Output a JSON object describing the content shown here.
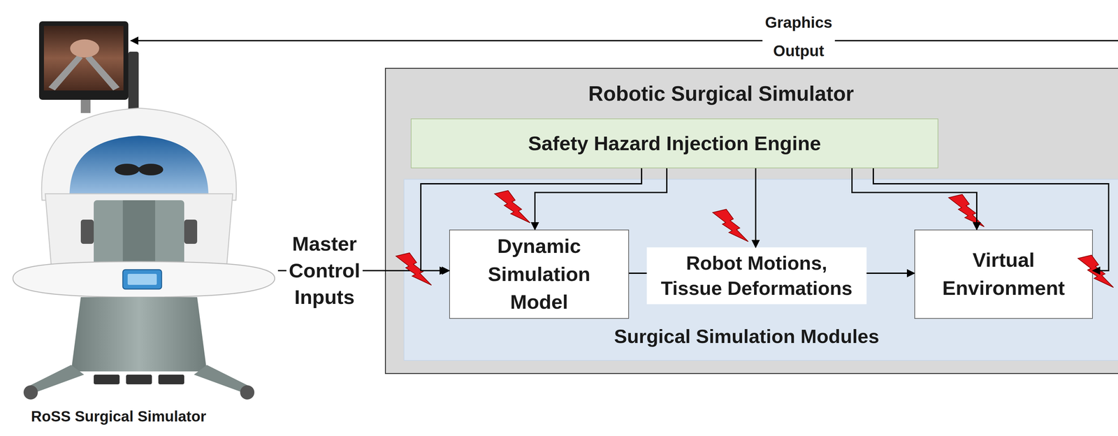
{
  "diagram": {
    "nodes": [
      {
        "text": [
          "Robotic Surgical Simulator"
        ]
      },
      {
        "text": [
          "Safety Hazard Injection Engine"
        ],
        "in": 0
      },
      {
        "text": [
          "Surgical Simulation Modules"
        ],
        "in": 0
      },
      {
        "text": [
          "Dynamic Simulation Model"
        ],
        "in": 2
      },
      {
        "text": [
          "Robot Motions, Tissue Deformations"
        ],
        "in": 2
      },
      {
        "text": [
          "Virtual Environment"
        ],
        "in": 2
      }
    ],
    "edges": [
      {
        "from": 3,
        "to": 4,
        "arrow": "none"
      },
      {
        "from": 4,
        "to": 5,
        "arrow": "to"
      },
      {
        "from": 1,
        "to": 3,
        "arrow": "to"
      },
      {
        "from": 1,
        "to": 3,
        "arrow": "to"
      },
      {
        "from": 1,
        "to": 4,
        "arrow": "to"
      },
      {
        "from": 1,
        "to": 5,
        "arrow": "to"
      },
      {
        "from": 1,
        "to": 5,
        "arrow": "to"
      }
    ],
    "labels": [
      "Graphics Output",
      "Master Control Inputs",
      "RoSS Surgical Simulator"
    ]
  }
}
